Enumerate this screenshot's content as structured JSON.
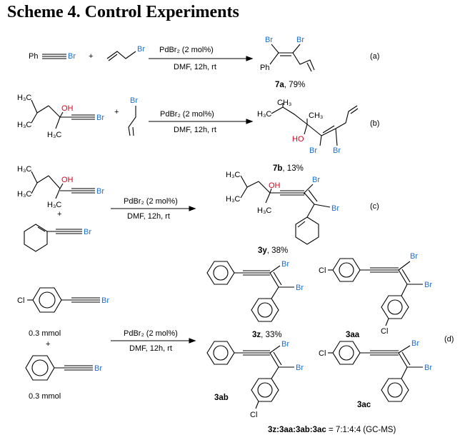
{
  "title": "Scheme 4. Control Experiments",
  "atoms": {
    "Ph": "Ph",
    "Br": "Br",
    "OH": "OH",
    "Cl": "Cl",
    "HO": "HO",
    "H3C": "H₃C",
    "CH3": "CH₃",
    "plus": "+"
  },
  "conditions": {
    "catalyst": "PdBr₂ (2 mol%)",
    "solvent": "DMF, 12h, rt"
  },
  "rows": [
    {
      "letter": "(a)",
      "product_label": "7a",
      "yield": ", 79%"
    },
    {
      "letter": "(b)",
      "product_label": "7b",
      "yield": ", 13%"
    },
    {
      "letter": "(c)",
      "product_label": "3y",
      "yield": ", 38%"
    },
    {
      "letter": "(d)"
    }
  ],
  "row_d": {
    "amount_1": "0.3 mmol",
    "amount_2": "0.3 mmol",
    "labels": {
      "p1": "3z",
      "p1_yield": ", 33%",
      "p2": "3aa",
      "p3": "3ab",
      "p4": "3ac"
    },
    "ratio_bold": "3z:3aa:3ab:3ac",
    "ratio_text": " = 7:1:4:4 (GC-MS)"
  }
}
